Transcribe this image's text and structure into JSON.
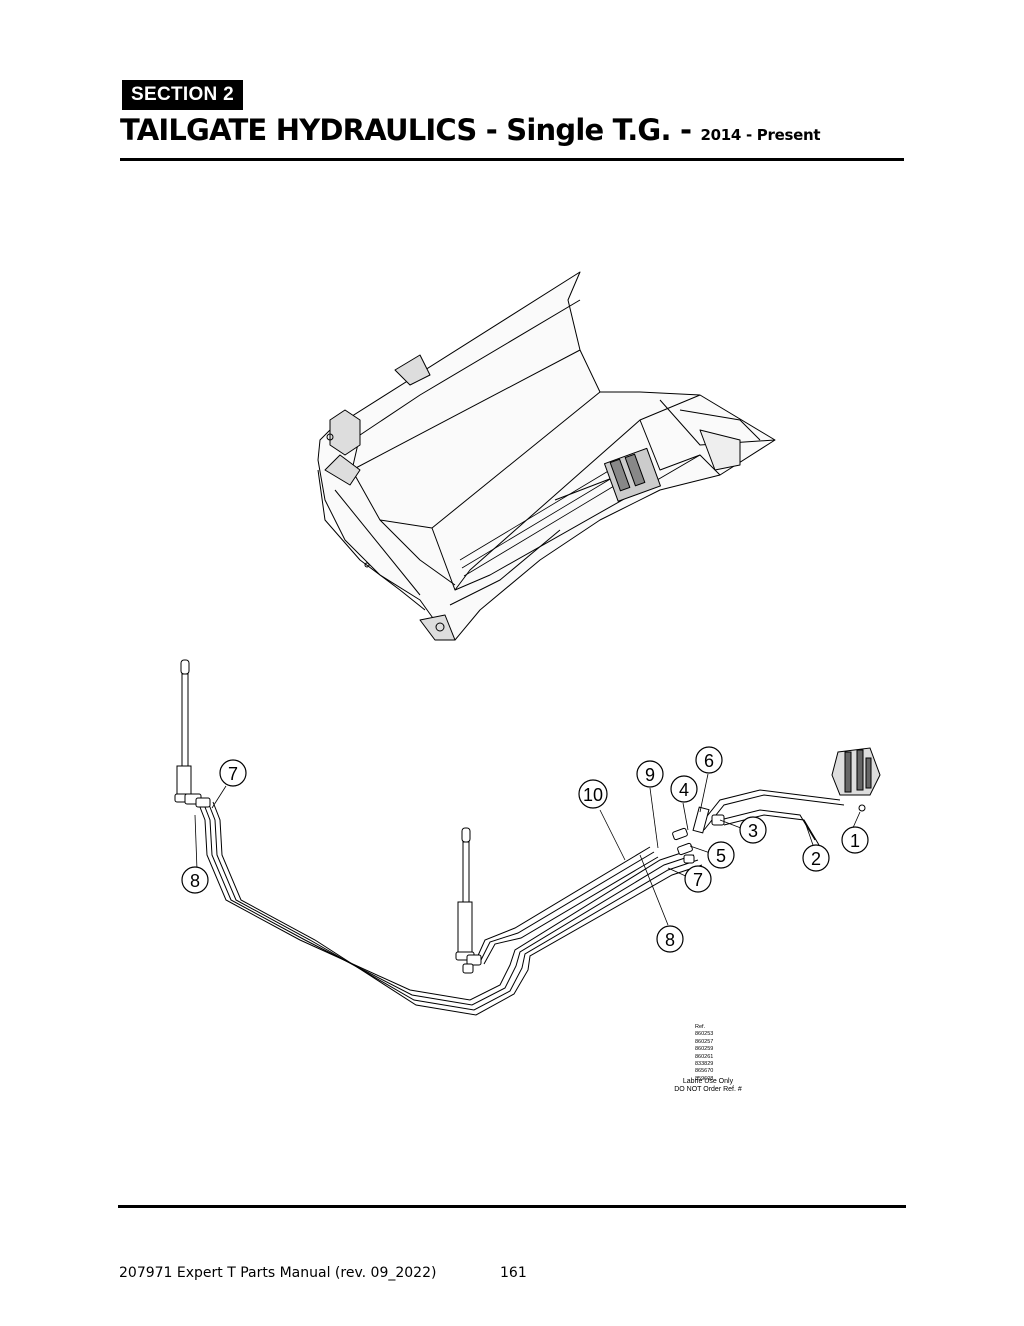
{
  "header": {
    "section_label": "SECTION 2",
    "title_main": "TAILGATE HYDRAULICS - Single T.G. - ",
    "title_sub": "2014 - Present"
  },
  "diagram": {
    "callouts": [
      "1",
      "2",
      "3",
      "4",
      "5",
      "6",
      "7",
      "8",
      "9",
      "10",
      "7",
      "8"
    ],
    "ref_title": "Ref.",
    "ref_numbers": [
      "860253",
      "860257",
      "860259",
      "860261",
      "833829",
      "865670",
      "859608"
    ],
    "ref_note_line1": "Labrie Use Only",
    "ref_note_line2": "DO NOT Order Ref. #"
  },
  "footer": {
    "manual": "207971 Expert T Parts Manual (rev. 09_2022)",
    "page": "161"
  }
}
